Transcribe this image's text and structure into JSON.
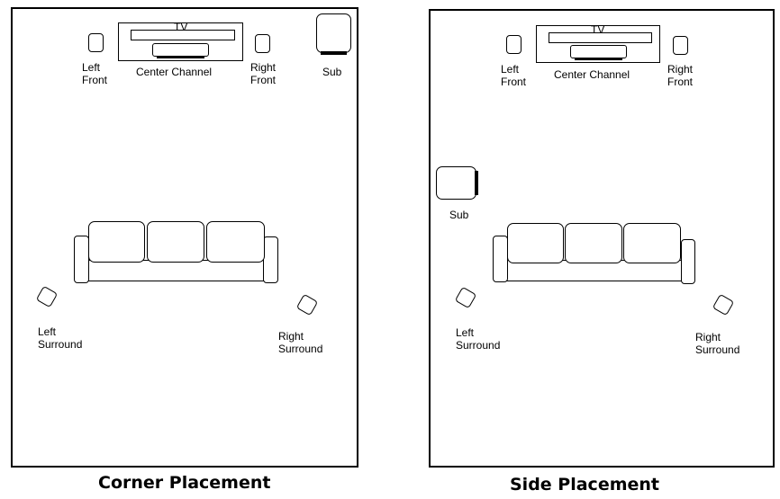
{
  "diagrams": [
    {
      "caption": "Corner Placement",
      "tv_label": "TV",
      "left_front": "Left\nFront",
      "center_channel": "Center Channel",
      "right_front": "Right\nFront",
      "sub": "Sub",
      "left_surround": "Left\nSurround",
      "right_surround": "Right\nSurround"
    },
    {
      "caption": "Side Placement",
      "tv_label": "TV",
      "left_front": "Left\nFront",
      "center_channel": "Center Channel",
      "right_front": "Right\nFront",
      "sub": "Sub",
      "left_surround": "Left\nSurround",
      "right_surround": "Right\nSurround"
    }
  ]
}
